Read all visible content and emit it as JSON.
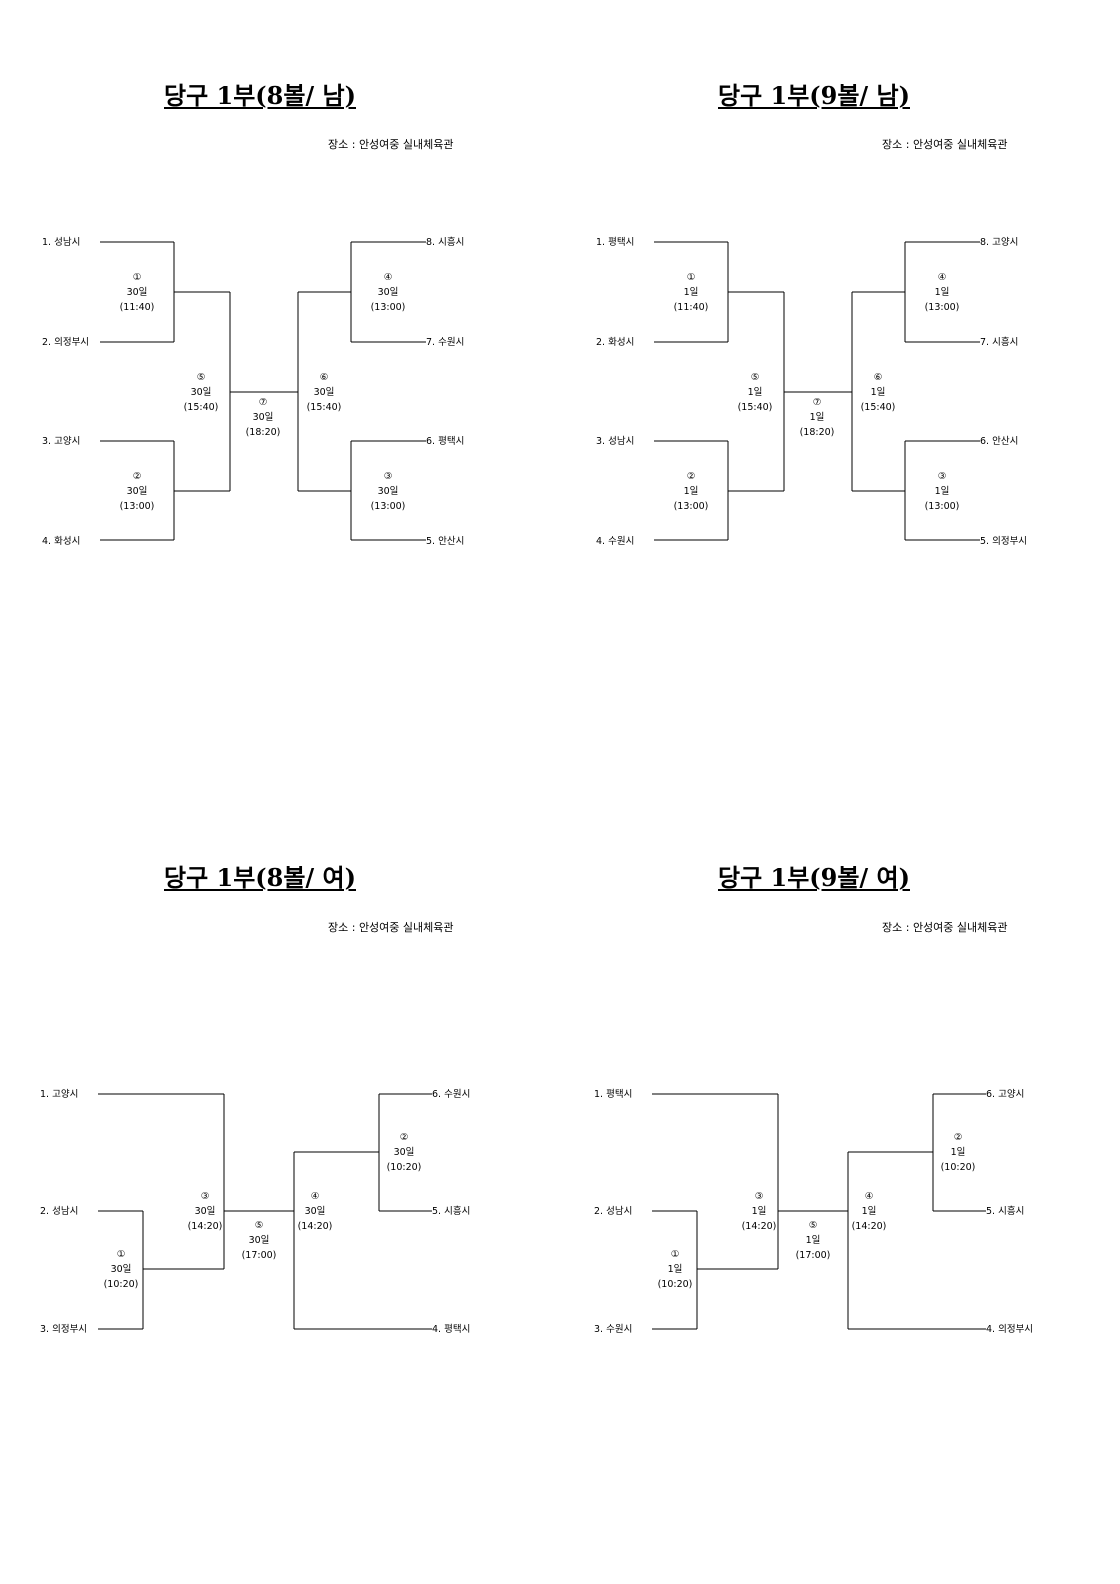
{
  "brackets": [
    {
      "title": "당구 1부(8볼/ 남)",
      "venue": "장소 : 안성여중 실내체육관",
      "teams": [
        "1. 성남시",
        "2. 의정부시",
        "3. 고양시",
        "4. 화성시",
        "8. 시흥시",
        "7. 수원시",
        "6. 평택시",
        "5. 안산시"
      ],
      "matches": [
        {
          "num": "①",
          "day": "30일",
          "time": "(11:40)"
        },
        {
          "num": "②",
          "day": "30일",
          "time": "(13:00)"
        },
        {
          "num": "④",
          "day": "30일",
          "time": "(13:00)"
        },
        {
          "num": "③",
          "day": "30일",
          "time": "(13:00)"
        },
        {
          "num": "⑤",
          "day": "30일",
          "time": "(15:40)"
        },
        {
          "num": "⑥",
          "day": "30일",
          "time": "(15:40)"
        },
        {
          "num": "⑦",
          "day": "30일",
          "time": "(18:20)"
        }
      ]
    },
    {
      "title": "당구 1부(9볼/ 남)",
      "venue": "장소 : 안성여중 실내체육관",
      "teams": [
        "1. 평택시",
        "2. 화성시",
        "3. 성남시",
        "4. 수원시",
        "8. 고양시",
        "7. 시흥시",
        "6. 안산시",
        "5. 의정부시"
      ],
      "matches": [
        {
          "num": "①",
          "day": "1일",
          "time": "(11:40)"
        },
        {
          "num": "②",
          "day": "1일",
          "time": "(13:00)"
        },
        {
          "num": "④",
          "day": "1일",
          "time": "(13:00)"
        },
        {
          "num": "③",
          "day": "1일",
          "time": "(13:00)"
        },
        {
          "num": "⑤",
          "day": "1일",
          "time": "(15:40)"
        },
        {
          "num": "⑥",
          "day": "1일",
          "time": "(15:40)"
        },
        {
          "num": "⑦",
          "day": "1일",
          "time": "(18:20)"
        }
      ]
    },
    {
      "title": "당구 1부(8볼/ 여)",
      "venue": "장소 : 안성여중 실내체육관",
      "teams": [
        "1. 고양시",
        "2. 성남시",
        "3. 의정부시",
        "6. 수원시",
        "5. 시흥시",
        "4. 평택시"
      ],
      "matches": [
        {
          "num": "①",
          "day": "30일",
          "time": "(10:20)"
        },
        {
          "num": "②",
          "day": "30일",
          "time": "(10:20)"
        },
        {
          "num": "③",
          "day": "30일",
          "time": "(14:20)"
        },
        {
          "num": "④",
          "day": "30일",
          "time": "(14:20)"
        },
        {
          "num": "⑤",
          "day": "30일",
          "time": "(17:00)"
        }
      ]
    },
    {
      "title": "당구 1부(9볼/ 여)",
      "venue": "장소 : 안성여중 실내체육관",
      "teams": [
        "1. 평택시",
        "2. 성남시",
        "3. 수원시",
        "6. 고양시",
        "5. 시흥시",
        "4. 의정부시"
      ],
      "matches": [
        {
          "num": "①",
          "day": "1일",
          "time": "(10:20)"
        },
        {
          "num": "②",
          "day": "1일",
          "time": "(10:20)"
        },
        {
          "num": "③",
          "day": "1일",
          "time": "(14:20)"
        },
        {
          "num": "④",
          "day": "1일",
          "time": "(14:20)"
        },
        {
          "num": "⑤",
          "day": "1일",
          "time": "(17:00)"
        }
      ]
    }
  ]
}
